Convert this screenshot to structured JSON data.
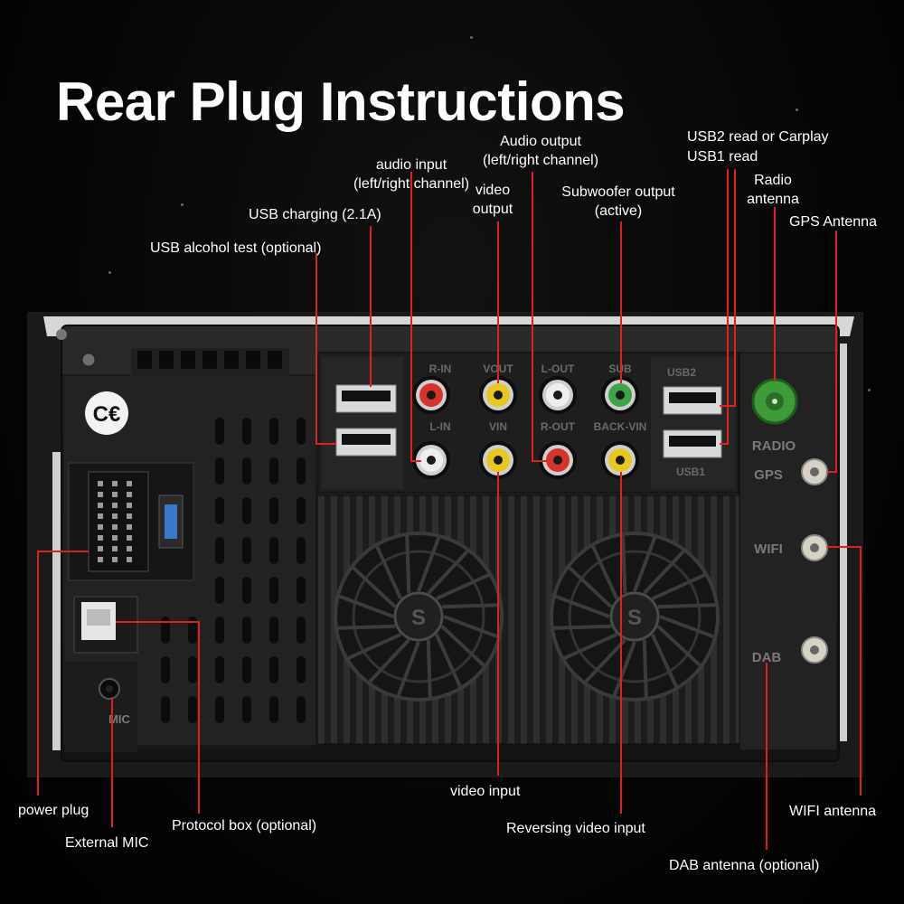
{
  "title": "Rear Plug Instructions",
  "labels": {
    "audio_input_1": "audio input",
    "audio_input_2": "(left/right channel)",
    "audio_output_1": "Audio output",
    "audio_output_2": "(left/right channel)",
    "usb2_read": "USB2 read or Carplay",
    "usb1_read": "USB1 read",
    "radio_antenna_1": "Radio",
    "radio_antenna_2": "antenna",
    "gps_antenna": "GPS Antenna",
    "video_output_1": "video",
    "video_output_2": "output",
    "subwoofer_1": "Subwoofer output",
    "subwoofer_2": "(active)",
    "usb_charging": "USB charging (2.1A)",
    "usb_alcohol": "USB alcohol test (optional)",
    "power_plug": "power plug",
    "external_mic": "External MIC",
    "protocol_box": "Protocol box (optional)",
    "video_input": "video input",
    "reversing_video": "Reversing video input",
    "dab_antenna": "DAB antenna (optional)",
    "wifi_antenna": "WIFI antenna"
  },
  "device_markings": {
    "rn": "R-IN",
    "vout": "VOUT",
    "lout": "L-OUT",
    "sub": "SUB",
    "ln": "L-IN",
    "vin": "VIN",
    "rout": "R-OUT",
    "backvin": "BACK-VIN",
    "usb2": "USB2",
    "usb1": "USB1",
    "radio": "RADIO",
    "gps": "GPS",
    "wifi": "WIFI",
    "dab": "DAB",
    "mic": "MIC",
    "fan_badge": "S"
  },
  "colors": {
    "leader": "#e02020",
    "rca_red": "#d8332a",
    "rca_yellow": "#e8c81e",
    "rca_green": "#3fa34a",
    "rca_white": "#eeeeee",
    "radio_socket": "#3f9b3a"
  },
  "icons": {
    "ce": "ce-mark-icon",
    "star": "star-icon"
  }
}
